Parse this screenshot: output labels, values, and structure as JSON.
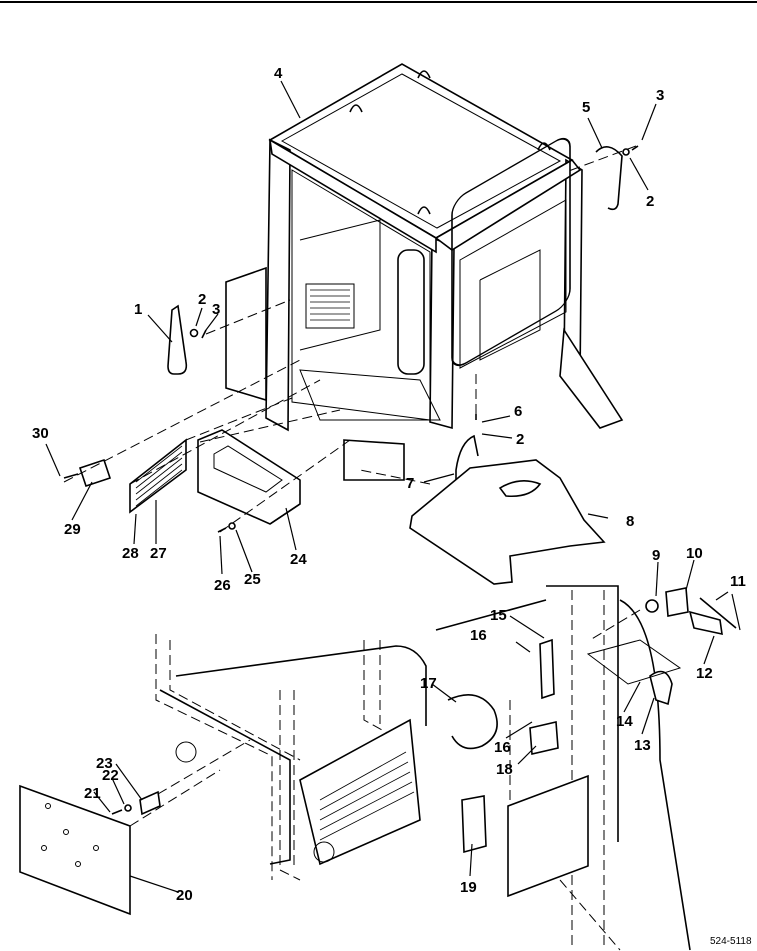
{
  "callouts": [
    "1",
    "2",
    "3",
    "4",
    "5",
    "6",
    "7",
    "8",
    "9",
    "10",
    "11",
    "12",
    "13",
    "14",
    "15",
    "16",
    "17",
    "18",
    "19",
    "20",
    "21",
    "22",
    "23",
    "24",
    "25",
    "26",
    "27",
    "28",
    "29",
    "30"
  ],
  "figure_id": "524-5118",
  "icons": {
    "cab_frame": "cab-frame-illustration",
    "grab_handle": "grab-handle-illustration",
    "floor_plate": "floor-plate-illustration",
    "vent_box": "vent-box-illustration",
    "cover_plate": "cover-plate-illustration",
    "latch": "latch-illustration"
  }
}
